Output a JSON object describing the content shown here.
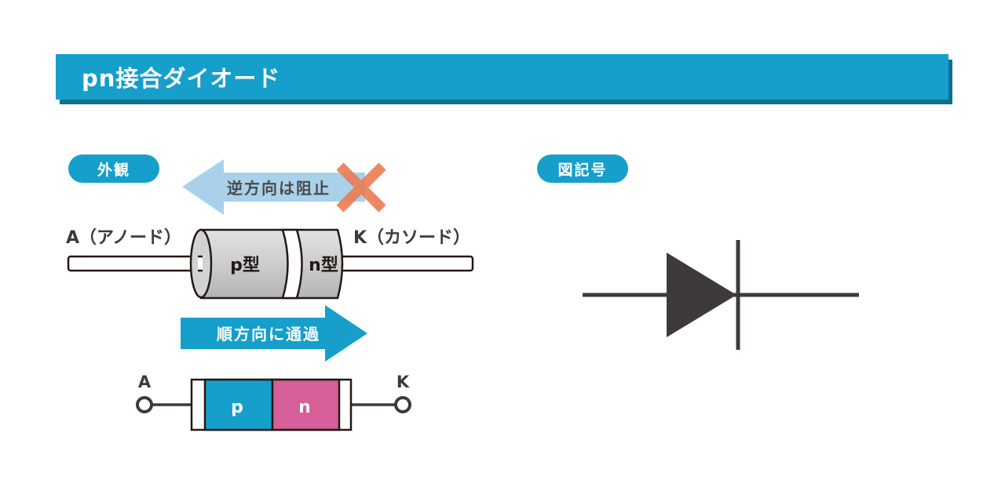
{
  "header": {
    "title": "pn接合ダイオード"
  },
  "sections": {
    "appearance": {
      "label": "外観"
    },
    "symbol": {
      "label": "図記号"
    }
  },
  "appearance_diagram": {
    "reverse_arrow": {
      "label": "逆方向は阻止",
      "color": "#a9d1ea",
      "blocked_icon": "x-mark-icon",
      "x_color": "#ec7c53"
    },
    "anode_label": "A（アノード）",
    "cathode_label": "K（カソード）",
    "p_label": "p型",
    "n_label": "n型",
    "forward_arrow": {
      "label": "順方向に通過",
      "color": "#169fcb"
    }
  },
  "schematic_block": {
    "anode": "A",
    "cathode": "K",
    "p": {
      "label": "p",
      "color": "#169fcb"
    },
    "n": {
      "label": "n",
      "color": "#d55f96"
    }
  },
  "colors": {
    "accent": "#169fcb",
    "accent_dark": "#0e6f8f",
    "text_dark": "#3e3a39",
    "body_gray": "#c9c9c9"
  }
}
